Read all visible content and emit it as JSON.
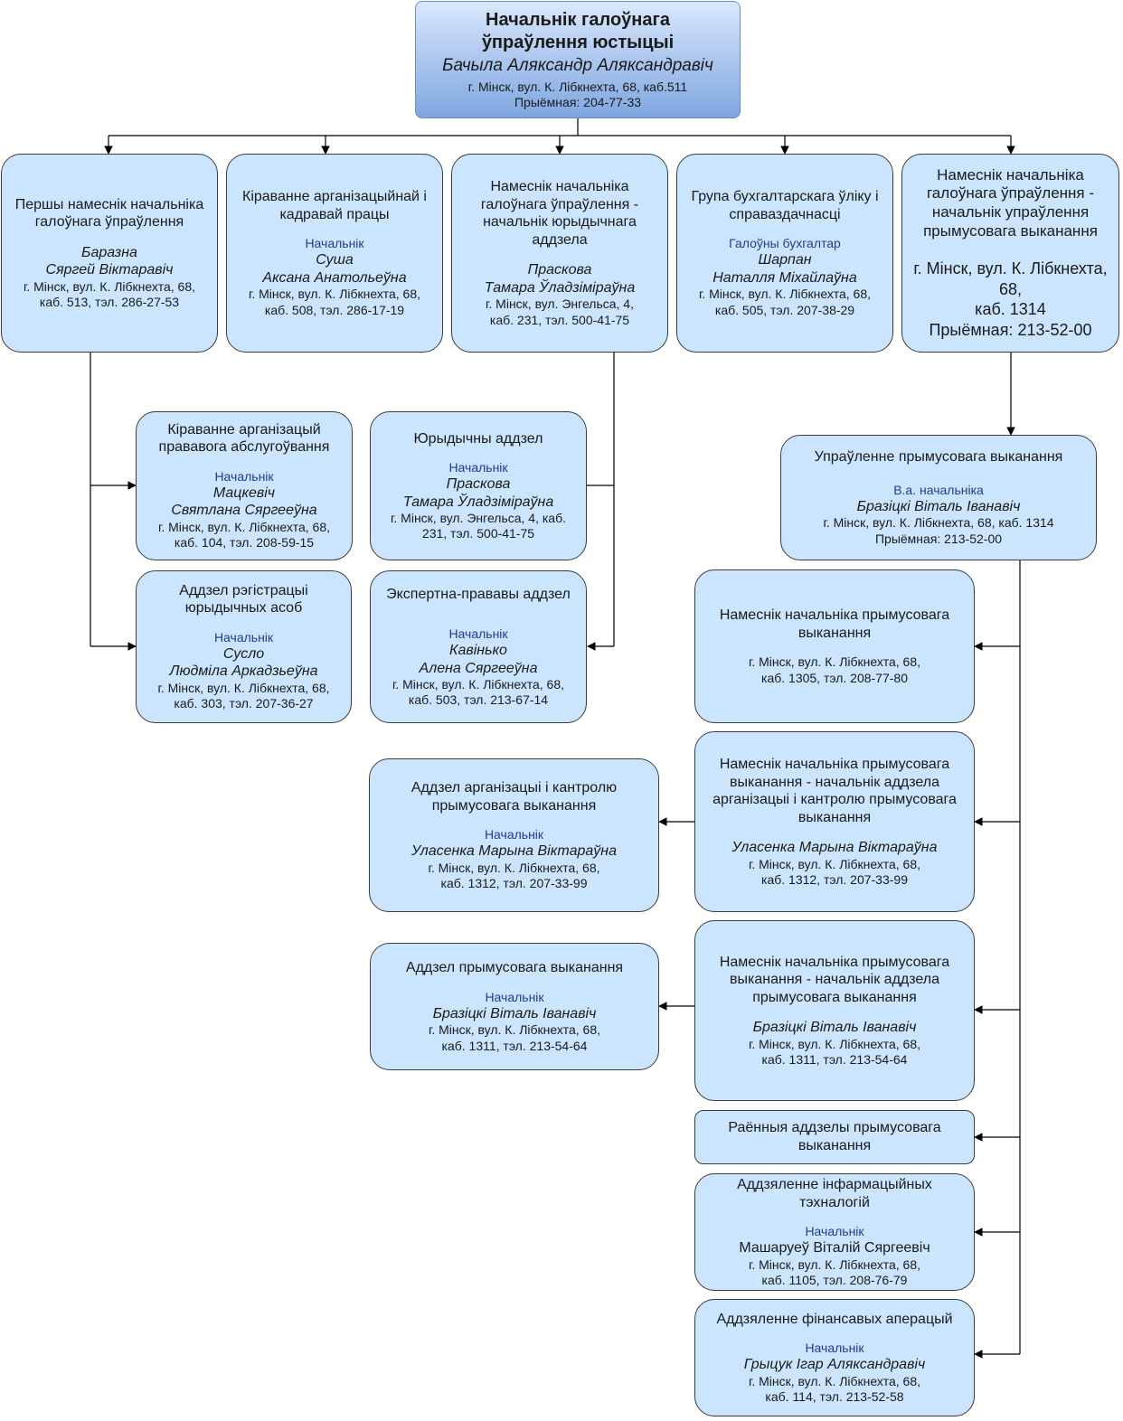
{
  "colors": {
    "box_fill": "#cce5ff",
    "top_gradient_start": "#dae8fc",
    "top_gradient_end": "#7ea6e0",
    "role_text": "#1f3d8a",
    "line": "#000000"
  },
  "head": {
    "title1": "Начальнік галоўнага",
    "title2": "ўпраўлення юстыцыі",
    "name": "Бачыла Аляксандр Аляксандравіч",
    "addr": "г. Мінск, вул. К. Лібкнехта, 68, каб.511",
    "phone": "Прыёмная: 204-77-33"
  },
  "first_deputy": {
    "title": "Першы намеснік начальніка галоўнага ўпраўлення",
    "name1": "Баразна",
    "name2": "Сяргей Віктаравіч",
    "addr1": "г. Мінск, вул. К. Лібкнехта, 68,",
    "addr2": "каб. 513, тэл. 286-27-53"
  },
  "hr": {
    "title": "Кіраванне арганізацыйнай і кадравай працы",
    "role": "Начальнік",
    "name1": "Суша",
    "name2": "Аксана Анатольеўна",
    "addr1": "г. Мінск, вул. К. Лібкнехта, 68,",
    "addr2": "каб. 508, тэл. 286-17-19"
  },
  "legal_deputy": {
    "title": "Намеснік начальніка галоўнага ўпраўлення - начальнік юрыдычнага аддзела",
    "name1": "Праскова",
    "name2": "Тамара Ўладзіміраўна",
    "addr1": "г. Мінск, вул. Энгельса, 4,",
    "addr2": "каб. 231, тэл. 500-41-75"
  },
  "accounting": {
    "title": "Група бухгалтарскага ўліку і справаздачнасці",
    "role": "Галоўны бухгалтар",
    "name1": "Шарпан",
    "name2": "Наталля Міхайлаўна",
    "addr1": "г. Мінск, вул. К. Лібкнехта, 68,",
    "addr2": "каб. 505, тэл. 207-38-29"
  },
  "enforcement_deputy": {
    "title": "Намеснік начальніка галоўнага ўпраўлення - начальнік упраўлення прымусовага выканання",
    "addr1": "г. Мінск, вул. К. Лібкнехта,",
    "addr2": "68,",
    "addr3": "каб. 1314",
    "phone": "Прыёмная: 213-52-00"
  },
  "legal_service": {
    "title": "Кіраванне арганізацый прававога абслугоўвання",
    "role": "Начальнік",
    "name1": "Мацкевіч",
    "name2": "Святлана Сяргееўна",
    "addr1": "г. Мінск, вул. К. Лібкнехта, 68,",
    "addr2": "каб. 104, тэл. 208-59-15"
  },
  "registration": {
    "title": "Аддзел рэгістрацыі юрыдычных асоб",
    "role": "Начальнік",
    "name1": "Сусло",
    "name2": "Людміла Аркадзьеўна",
    "addr1": "г. Мінск, вул. К. Лібкнехта, 68,",
    "addr2": "каб. 303, тэл. 207-36-27"
  },
  "legal_dept": {
    "title": "Юрыдычны аддзел",
    "role": "Начальнік",
    "name1": "Праскова",
    "name2": "Тамара Ўладзіміраўна",
    "addr1": "г. Мінск, вул. Энгельса, 4, каб.",
    "addr2": "231, тэл. 500-41-75"
  },
  "expert_dept": {
    "title": "Экспертна-прававы аддзел",
    "role": "Начальнік",
    "name1": "Кавінько",
    "name2": "Алена Сяргееўна",
    "addr1": "г. Мінск, вул. К. Лібкнехта, 68,",
    "addr2": "каб. 503, тэл. 213-67-14"
  },
  "enforcement_admin": {
    "title": "Упраўленне прымусовага выканання",
    "role": "В.а. начальніка",
    "name": "Бразіцкі Віталь Іванавіч",
    "addr": "г. Мінск, вул. К. Лібкнехта, 68, каб. 1314",
    "phone": "Прыёмная: 213-52-00"
  },
  "enf_deputy1": {
    "title": "Намеснік начальніка прымусовага выканання",
    "addr1": "г. Мінск, вул. К. Лібкнехта, 68,",
    "addr2": "каб. 1305, тэл. 208-77-80"
  },
  "enf_deputy2": {
    "title": "Намеснік начальніка прымусовага выканання - начальнік аддзела арганізацыі і кантролю прымусовага выканання",
    "name": "Уласенка Марына Віктараўна",
    "addr1": "г. Мінск, вул. К. Лібкнехта, 68,",
    "addr2": "каб. 1312, тэл. 207-33-99"
  },
  "org_control": {
    "title": "Аддзел арганізацыі і кантролю прымусовага выканання",
    "role": "Начальнік",
    "name": "Уласенка Марына Віктараўна",
    "addr1": "г. Мінск, вул. К. Лібкнехта, 68,",
    "addr2": "каб. 1312, тэл. 207-33-99"
  },
  "enf_deputy3": {
    "title": "Намеснік начальніка прымусовага выканання - начальнік аддзела прымусовага выканання",
    "name": "Бразіцкі Віталь Іванавіч",
    "addr1": "г. Мінск, вул. К. Лібкнехта, 68,",
    "addr2": "каб. 1311, тэл. 213-54-64"
  },
  "enf_dept": {
    "title": "Аддзел прымусовага выканання",
    "role": "Начальнік",
    "name": "Бразіцкі Віталь Іванавіч",
    "addr1": "г. Мінск, вул. К. Лібкнехта, 68,",
    "addr2": "каб. 1311, тэл. 213-54-64"
  },
  "district": {
    "title": "Раённыя аддзелы прымусовага выканання"
  },
  "it": {
    "title": "Аддзяленне інфармацыйных тэхналогій",
    "role": "Начальнік",
    "name": "Машаруеў Віталій Сяргеевіч",
    "addr1": "г. Мінск, вул. К. Лібкнехта, 68,",
    "addr2": "каб. 1105, тэл. 208-76-79"
  },
  "finance": {
    "title": "Аддзяленне фінансавых аперацый",
    "role": "Начальнік",
    "name": "Грыцук Ігар Аляксандравіч",
    "addr1": "г. Мінск, вул. К. Лібкнехта, 68,",
    "addr2": "каб. 114, тэл. 213-52-58"
  }
}
